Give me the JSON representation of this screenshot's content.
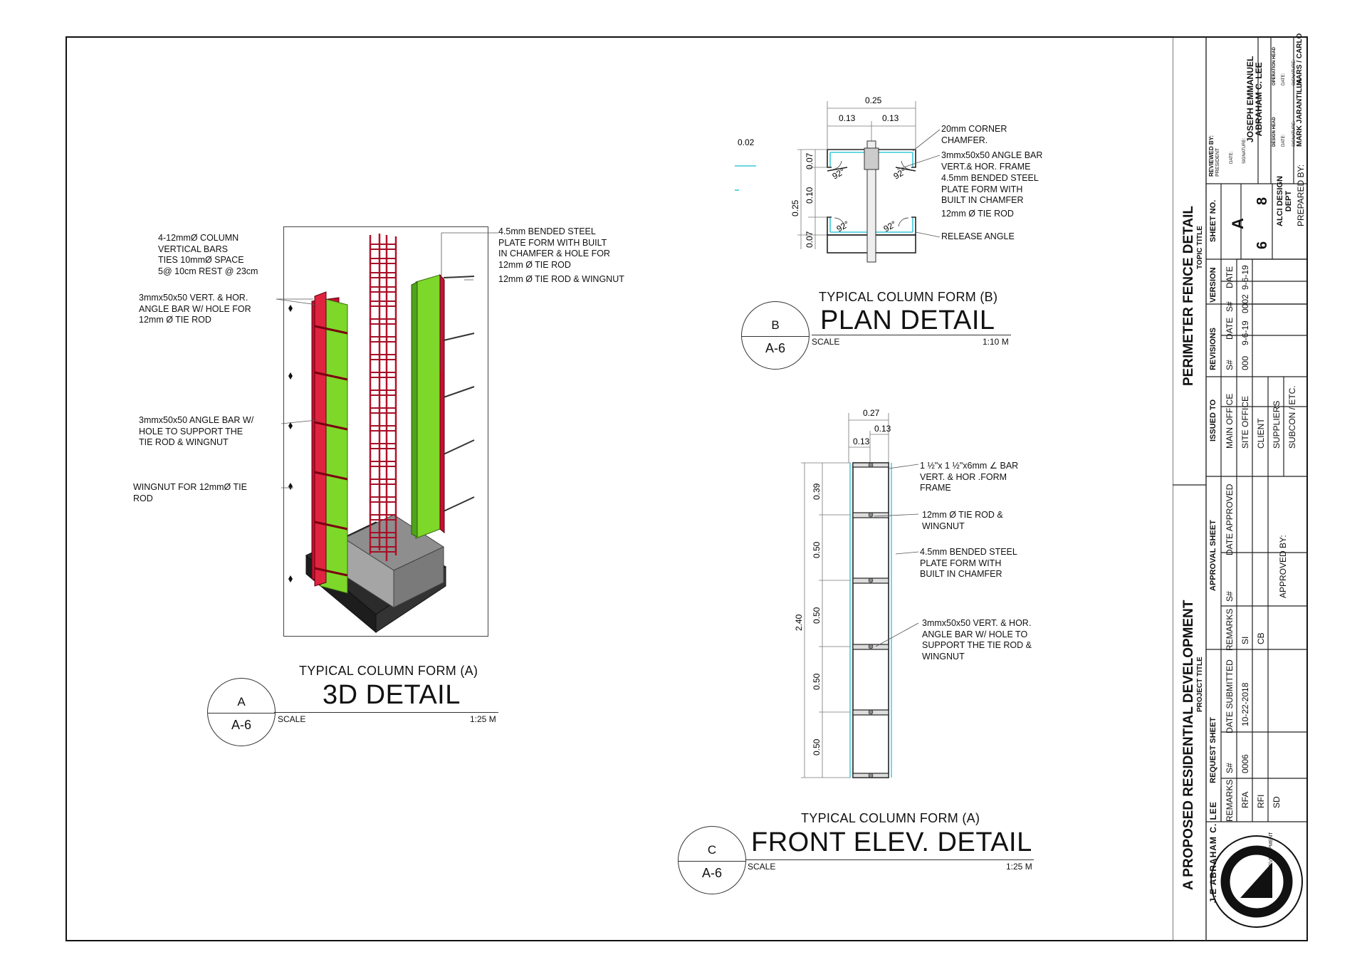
{
  "detail_a": {
    "notes": {
      "vertical_bars": "4-12mmØ COLUMN\nVERTICAL BARS\nTIES 10mmØ  SPACE\n5@ 10cm  REST @ 23cm",
      "angle_bar_hole": "3mmx50x50  VERT. & HOR.\nANGLE BAR W/ HOLE FOR\n12mm Ø TIE ROD",
      "angle_bar_support": "3mmx50x50 ANGLE BAR W/\nHOLE TO SUPPORT THE\nTIE ROD & WINGNUT",
      "wingnut": "WINGNUT FOR 12mmØ TIE\nROD",
      "steel_plate": "4.5mm BENDED STEEL\nPLATE FORM WITH BUILT\nIN CHAMFER & HOLE FOR\n12mm Ø TIE ROD",
      "tie_rod": "12mm Ø TIE ROD & WINGNUT"
    },
    "caption": "TYPICAL COLUMN FORM (A)",
    "title": "3D DETAIL",
    "bubble_top": "A",
    "bubble_bottom": "A-6",
    "scale_label": "SCALE",
    "scale_value": "1:25 M"
  },
  "detail_b": {
    "dims": {
      "overall_width": "0.25",
      "half_left": "0.13",
      "half_right": "0.13",
      "offset": "0.02",
      "overall_height": "0.25",
      "seg1": "0.07",
      "seg2": "0.10",
      "seg3": "0.07",
      "angle": "92°"
    },
    "notes": {
      "corner_chamfer": "20mm CORNER\nCHAMFER.",
      "angle_bar": "3mmx50x50 ANGLE BAR\nVERT.& HOR. FRAME",
      "steel_plate": "4.5mm BENDED STEEL\nPLATE FORM WITH\nBUILT IN CHAMFER",
      "tie_rod": "12mm Ø TIE ROD",
      "release_angle": "RELEASE ANGLE"
    },
    "caption": "TYPICAL COLUMN FORM (B)",
    "title": "PLAN DETAIL",
    "bubble_top": "B",
    "bubble_bottom": "A-6",
    "scale_label": "SCALE",
    "scale_value": "1:10 M"
  },
  "detail_c": {
    "dims": {
      "overall_width": "0.27",
      "inner_right": "0.13",
      "inner_left": "0.13",
      "overall_height": "2.40",
      "seg1": "0.39",
      "seg2": "0.50",
      "seg3": "0.50",
      "seg4": "0.50",
      "seg5": "0.50"
    },
    "notes": {
      "angle_bar_frame": "1 ½\"x 1 ½\"x6mm ∠ BAR\nVERT. & HOR .FORM\nFRAME",
      "tie_rod": "12mm Ø TIE ROD &\nWINGNUT",
      "steel_plate": "4.5mm BENDED STEEL\nPLATE FORM WITH\nBUILT IN CHAMFER",
      "angle_bar_support": "3mmx50x50  VERT. & HOR.\nANGLE BAR W/ HOLE TO\nSUPPORT THE TIE ROD &\nWINGNUT"
    },
    "caption": "TYPICAL COLUMN FORM (A)",
    "title": "FRONT ELEV. DETAIL",
    "bubble_top": "C",
    "bubble_bottom": "A-6",
    "scale_label": "SCALE",
    "scale_value": "1:25 M"
  },
  "title_block": {
    "project_title": "A PROPOSED RESIDENTIAL DEVELOPMENT",
    "project_title_label": "PROJECT TITLE",
    "topic_title": "PERIMETER FENCE DETAIL",
    "topic_title_label": "TOPIC TITLE",
    "request_sheet": {
      "header": "REQUEST SHEET",
      "columns": [
        "REMARKS",
        "S#",
        "DATE SUBMITTED"
      ],
      "rows": [
        {
          "remark": "RFA",
          "sn": "0006",
          "date": "10-22-2018"
        },
        {
          "remark": "RFI",
          "sn": "",
          "date": ""
        },
        {
          "remark": "SD",
          "sn": "",
          "date": ""
        }
      ]
    },
    "approval_sheet": {
      "header": "APPROVAL SHEET",
      "columns": [
        "REMARKS",
        "S#",
        "DATE APPROVED"
      ],
      "rows": [
        {
          "remark": "SI"
        },
        {
          "remark": "CB"
        }
      ],
      "approved_by": "APPROVED BY:"
    },
    "issued_to": {
      "header": "ISSUED TO",
      "items": [
        "MAIN OFFICE",
        "SITE OFFICE",
        "CLIENT",
        "SUPPLIERS",
        "SUBCON / ETC."
      ]
    },
    "revisions": {
      "header": "REVISIONS",
      "columns": [
        "S#",
        "DATE"
      ],
      "row": {
        "sn": "000",
        "date": "9-6-19"
      }
    },
    "version": {
      "header": "VERSION",
      "columns": [
        "S#",
        "DATE"
      ],
      "row": {
        "sn": "0002",
        "date": "9-6-19"
      }
    },
    "sheet_no": {
      "header": "SHEET NO.",
      "letter": "A",
      "number": "6",
      "total": "8",
      "dept": "ALCI DESIGN\nDEPT",
      "prepared_by": "PREPARED BY:"
    },
    "reviewed_by": "REVIEWED BY:",
    "president_label": "PRESIDENT",
    "date_label": "DATE:",
    "signature_label": "SIGNATURE:",
    "president_name": "JOSEPH EMMANUEL\nABRAHAM C. LEE",
    "design_head_label": "DESIGN HEAD",
    "operation_head_label": "OPERATION HEAD",
    "design_head_name": "MARK JARANTILLA",
    "operation_head_name": "MARS / CARLO",
    "logo_text": "J.E ABRAHAM C. LEE",
    "logo_text2": "& DEVELOPMENT"
  }
}
